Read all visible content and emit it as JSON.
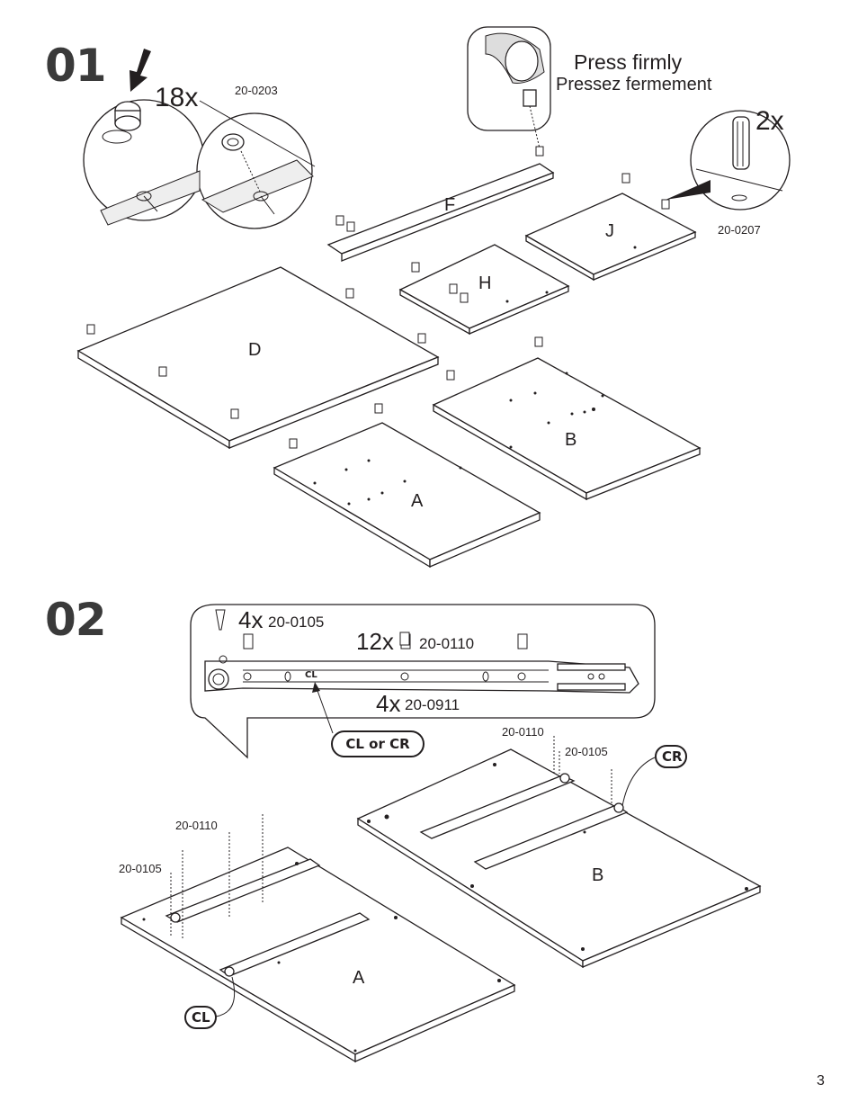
{
  "step1": {
    "number": "01",
    "cam_lock_qty": "18x",
    "cam_lock_part": "20-0203",
    "press_firmly_en": "Press firmly",
    "press_firmly_fr": "Pressez fermement",
    "dowel_qty": "2x",
    "dowel_part": "20-0207",
    "panels": {
      "F": "F",
      "J": "J",
      "H": "H",
      "D": "D",
      "B": "B",
      "A": "A"
    }
  },
  "step2": {
    "number": "02",
    "callout": {
      "screw_qty": "4x",
      "screw_part": "20-0105",
      "insert_qty": "12x",
      "insert_part": "20-0110",
      "slide_qty": "4x",
      "slide_part": "20-0911",
      "slide_mark": "CL"
    },
    "cl_or_cr": "CL or CR",
    "right_panel": {
      "label": "B",
      "insert_part": "20-0110",
      "screw_part": "20-0105",
      "tag": "CR"
    },
    "left_panel": {
      "label": "A",
      "insert_part": "20-0110",
      "screw_part": "20-0105",
      "tag": "CL"
    }
  },
  "page_number": "3"
}
